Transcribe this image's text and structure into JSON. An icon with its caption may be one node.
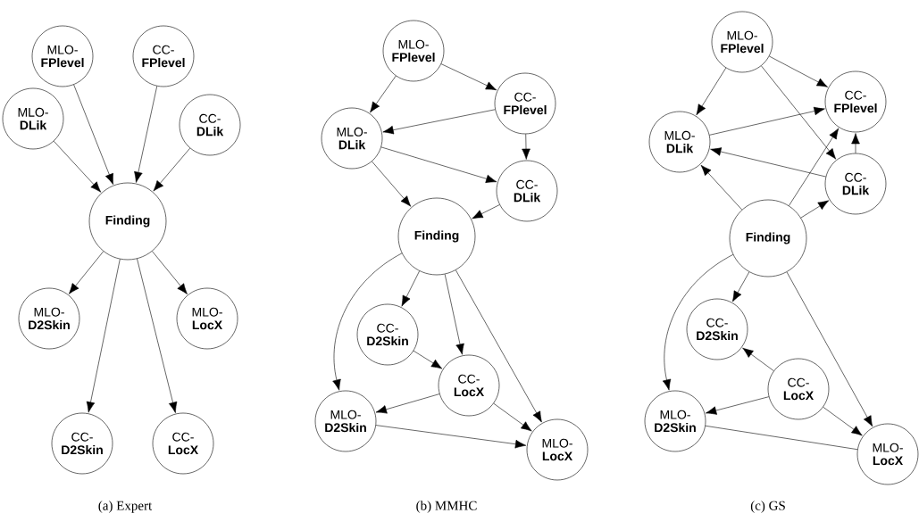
{
  "diagram": {
    "nodes": [
      {
        "text": [
          "MLO-",
          "FPlevel"
        ]
      },
      {
        "text": [
          "CC-",
          "FPlevel"
        ]
      },
      {
        "text": [
          "MLO-",
          "DLik"
        ]
      },
      {
        "text": [
          "CC-",
          "DLik"
        ]
      },
      {
        "text": [
          "Finding"
        ]
      },
      {
        "text": [
          "MLO-",
          "D2Skin"
        ]
      },
      {
        "text": [
          "MLO-",
          "LocX"
        ]
      },
      {
        "text": [
          "CC-",
          "D2Skin"
        ]
      },
      {
        "text": [
          "CC-",
          "LocX"
        ]
      },
      {
        "text": [
          "MLO-",
          "FPlevel"
        ]
      },
      {
        "text": [
          "CC-",
          "FPlevel"
        ]
      },
      {
        "text": [
          "MLO-",
          "DLik"
        ]
      },
      {
        "text": [
          "CC-",
          "DLik"
        ]
      },
      {
        "text": [
          "Finding"
        ]
      },
      {
        "text": [
          "CC-",
          "D2Skin"
        ]
      },
      {
        "text": [
          "CC-",
          "LocX"
        ]
      },
      {
        "text": [
          "MLO-",
          "D2Skin"
        ]
      },
      {
        "text": [
          "MLO-",
          "LocX"
        ]
      },
      {
        "text": [
          "MLO-",
          "FPlevel"
        ]
      },
      {
        "text": [
          "CC-",
          "FPlevel"
        ]
      },
      {
        "text": [
          "MLO-",
          "DLik"
        ]
      },
      {
        "text": [
          "CC-",
          "DLik"
        ]
      },
      {
        "text": [
          "Finding"
        ]
      },
      {
        "text": [
          "CC-",
          "D2Skin"
        ]
      },
      {
        "text": [
          "CC-",
          "LocX"
        ]
      },
      {
        "text": [
          "MLO-",
          "D2Skin"
        ]
      },
      {
        "text": [
          "MLO-",
          "LocX"
        ]
      }
    ],
    "edges": [
      {
        "from": 0,
        "to": 4,
        "arrow": "to"
      },
      {
        "from": 1,
        "to": 4,
        "arrow": "to"
      },
      {
        "from": 2,
        "to": 4,
        "arrow": "to"
      },
      {
        "from": 3,
        "to": 4,
        "arrow": "to"
      },
      {
        "from": 4,
        "to": 5,
        "arrow": "to"
      },
      {
        "from": 4,
        "to": 6,
        "arrow": "to"
      },
      {
        "from": 4,
        "to": 7,
        "arrow": "to"
      },
      {
        "from": 4,
        "to": 8,
        "arrow": "to"
      },
      {
        "from": 9,
        "to": 10,
        "arrow": "to"
      },
      {
        "from": 9,
        "to": 11,
        "arrow": "to"
      },
      {
        "from": 10,
        "to": 11,
        "arrow": "to"
      },
      {
        "from": 10,
        "to": 12,
        "arrow": "to"
      },
      {
        "from": 11,
        "to": 12,
        "arrow": "to"
      },
      {
        "from": 11,
        "to": 13,
        "arrow": "to"
      },
      {
        "from": 12,
        "to": 13,
        "arrow": "to"
      },
      {
        "from": 13,
        "to": 14,
        "arrow": "to"
      },
      {
        "from": 13,
        "to": 15,
        "arrow": "to"
      },
      {
        "from": 13,
        "to": 17,
        "arrow": "to"
      },
      {
        "from": 13,
        "to": 16,
        "arrow": "to"
      },
      {
        "from": 14,
        "to": 15,
        "arrow": "to"
      },
      {
        "from": 15,
        "to": 16,
        "arrow": "to"
      },
      {
        "from": 15,
        "to": 17,
        "arrow": "to"
      },
      {
        "from": 16,
        "to": 17,
        "arrow": "to"
      },
      {
        "from": 18,
        "to": 20,
        "arrow": "to"
      },
      {
        "from": 18,
        "to": 19,
        "arrow": "to"
      },
      {
        "from": 18,
        "to": 21,
        "arrow": "to"
      },
      {
        "from": 20,
        "to": 19,
        "arrow": "to"
      },
      {
        "from": 21,
        "to": 20,
        "arrow": "to"
      },
      {
        "from": 21,
        "to": 19,
        "arrow": "to"
      },
      {
        "from": 22,
        "to": 20,
        "arrow": "to"
      },
      {
        "from": 22,
        "to": 19,
        "arrow": "to"
      },
      {
        "from": 22,
        "to": 21,
        "arrow": "to"
      },
      {
        "from": 22,
        "to": 23,
        "arrow": "to"
      },
      {
        "from": 22,
        "to": 25,
        "arrow": "to"
      },
      {
        "from": 22,
        "to": 26,
        "arrow": "to"
      },
      {
        "from": 24,
        "to": 23,
        "arrow": "to"
      },
      {
        "from": 24,
        "to": 25,
        "arrow": "to"
      },
      {
        "from": 24,
        "to": 26,
        "arrow": "to"
      },
      {
        "from": 25,
        "to": 26,
        "arrow": "none"
      }
    ],
    "labels": [
      "(a)  Expert",
      "(b)  MMHC",
      "(c)  GS"
    ]
  }
}
